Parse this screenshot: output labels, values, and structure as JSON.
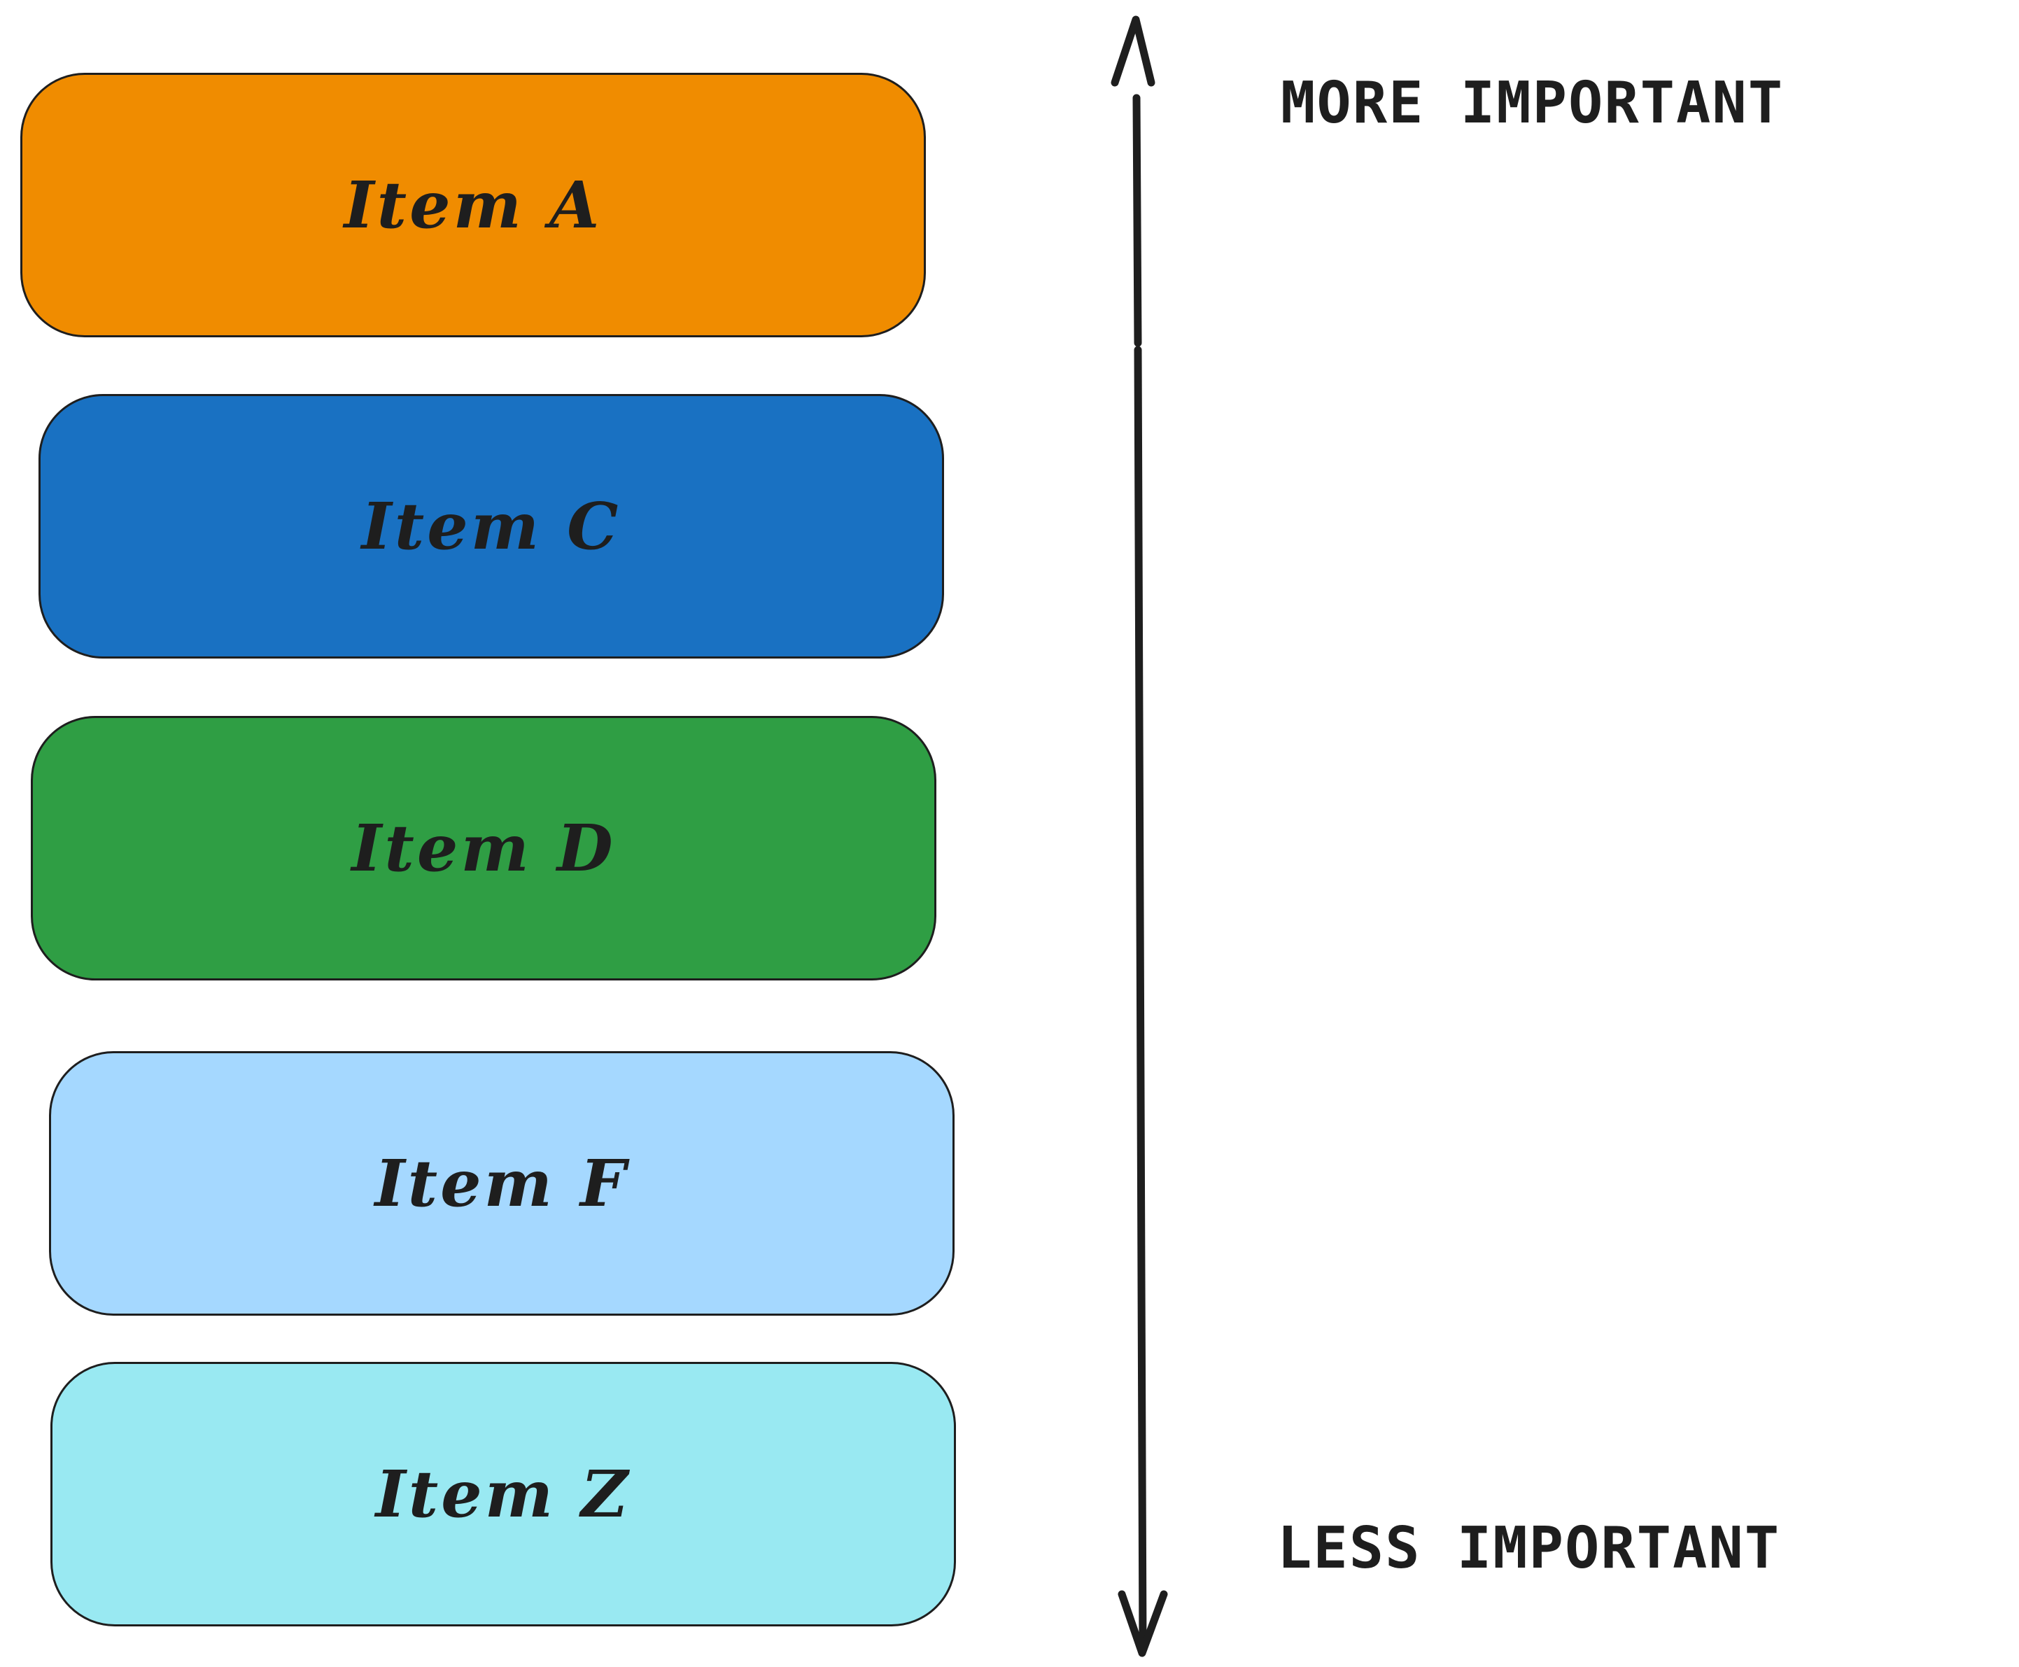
{
  "items": [
    {
      "label": "Item A",
      "color": "#f08c00"
    },
    {
      "label": "Item C",
      "color": "#1971c2"
    },
    {
      "label": "Item D",
      "color": "#2f9e44"
    },
    {
      "label": "Item F",
      "color": "#a5d8ff"
    },
    {
      "label": "Item Z",
      "color": "#99e9f2"
    }
  ],
  "scale": {
    "top_label": "MORE IMPORTANT",
    "bottom_label": "LESS IMPORTANT",
    "arrow": "double-headed-vertical-arrow",
    "stroke_color": "#1e1e1e"
  }
}
